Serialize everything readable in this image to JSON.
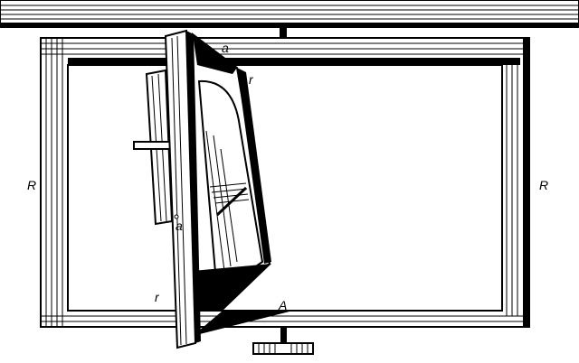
{
  "labels": {
    "top_a": "a",
    "top_r": "r",
    "left_R": "R",
    "right_R": "R",
    "mid_a": "a",
    "bottom_r": "r",
    "bottom_A": "A"
  },
  "colors": {
    "ink": "#000000",
    "paper": "#ffffff"
  }
}
